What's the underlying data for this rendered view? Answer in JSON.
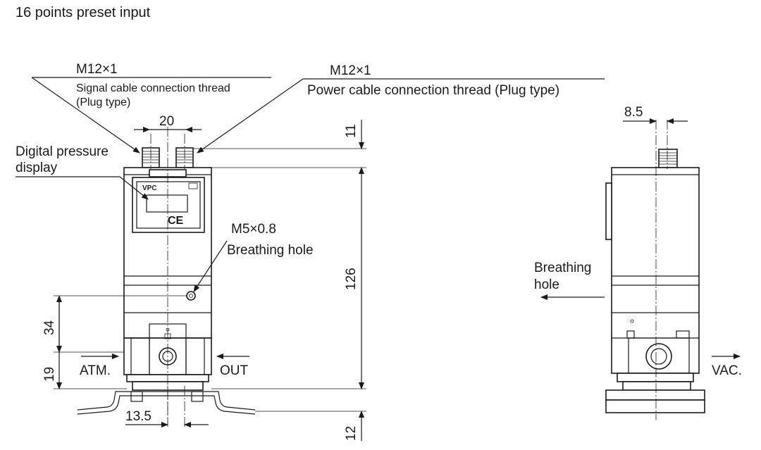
{
  "title": "16 points preset input",
  "labels": {
    "signal_thread_spec": "M12×1",
    "signal_thread_desc": "Signal cable connection thread",
    "signal_thread_type": "(Plug type)",
    "power_thread_spec": "M12×1",
    "power_thread_desc": "Power cable connection thread (Plug type)",
    "display_line1": "Digital pressure",
    "display_line2": "display",
    "breathing_spec": "M5×0.8",
    "breathing_label": "Breathing hole",
    "side_breathing_line1": "Breathing",
    "side_breathing_line2": "hole",
    "port_atm": "ATM.",
    "port_out": "OUT",
    "port_vac": "VAC.",
    "display_brand": "VPC",
    "display_mark": "CE"
  },
  "dimensions": {
    "connector_pitch": "20",
    "connector_height": "11",
    "total_height": "126",
    "breathing_height": "34",
    "port_height": "19",
    "bracket_width": "13.5",
    "bracket_height": "12",
    "side_offset": "8.5"
  }
}
